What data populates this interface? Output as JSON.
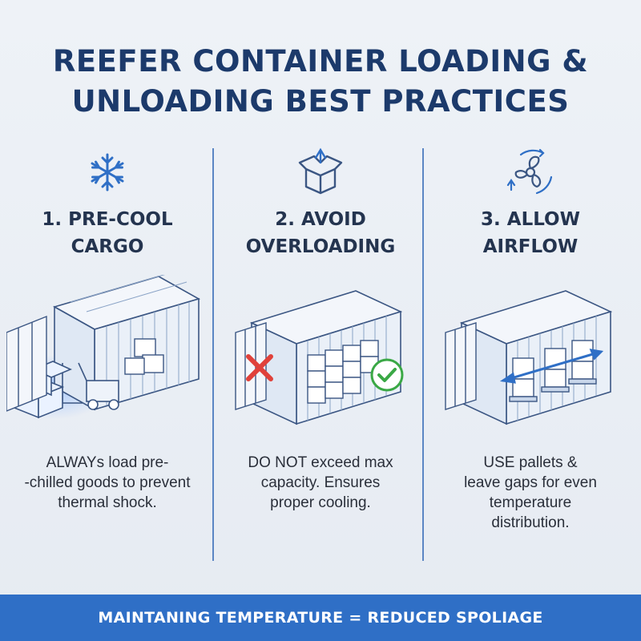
{
  "title": {
    "line1": "REEFER CONTAINER LOADING &",
    "line2": "UNLOADING BEST PRACTICES"
  },
  "columns": [
    {
      "icon": "snowflake-icon",
      "heading_line1": "1. PRE-COOL",
      "heading_line2": "CARGO",
      "text_lines": [
        "ALWAYs load pre-",
        "-chilled goods to prevent",
        "thermal shock."
      ]
    },
    {
      "icon": "open-box-icon",
      "heading_line1": "2. AVOID",
      "heading_line2": "OVERLOADING",
      "text_lines": [
        "DO NOT exceed max",
        "capacity. Ensures",
        "proper cooling."
      ]
    },
    {
      "icon": "fan-airflow-icon",
      "heading_line1": "3. ALLOW",
      "heading_line2": "AIRFLOW",
      "text_lines": [
        "USE pallets &",
        "leave gaps for even",
        "temperature",
        "distribution."
      ]
    }
  ],
  "banner": "MAINTANING TEMPERATURE = REDUCED SPOLIAGE",
  "colors": {
    "title": "#1c3a6b",
    "accent": "#2f6fc6",
    "divider": "#5b86c4",
    "cross": "#e0413a",
    "check": "#3aa845"
  }
}
